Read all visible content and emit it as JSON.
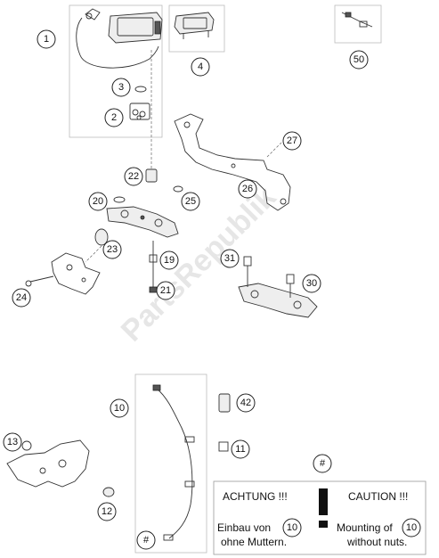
{
  "watermark": "PartsRepublik",
  "callouts": {
    "c1": "1",
    "c2": "2",
    "c3": "3",
    "c4": "4",
    "c50": "50",
    "c27": "27",
    "c22": "22",
    "c26": "26",
    "c20": "20",
    "c25": "25",
    "c23": "23",
    "c19": "19",
    "c31": "31",
    "c30": "30",
    "c24": "24",
    "c21": "21",
    "c10": "10",
    "c42": "42",
    "c13": "13",
    "c11": "11",
    "c12": "12",
    "c_hash_top": "#",
    "c_hash_bottom": "#"
  },
  "notice": {
    "de_title": "ACHTUNG !!!",
    "de_line1": "Einbau von",
    "de_ref": "10",
    "de_line2": "ohne Muttern.",
    "en_title": "CAUTION !!!",
    "en_line1": "Mounting of",
    "en_ref": "10",
    "en_line2": "without nuts."
  }
}
